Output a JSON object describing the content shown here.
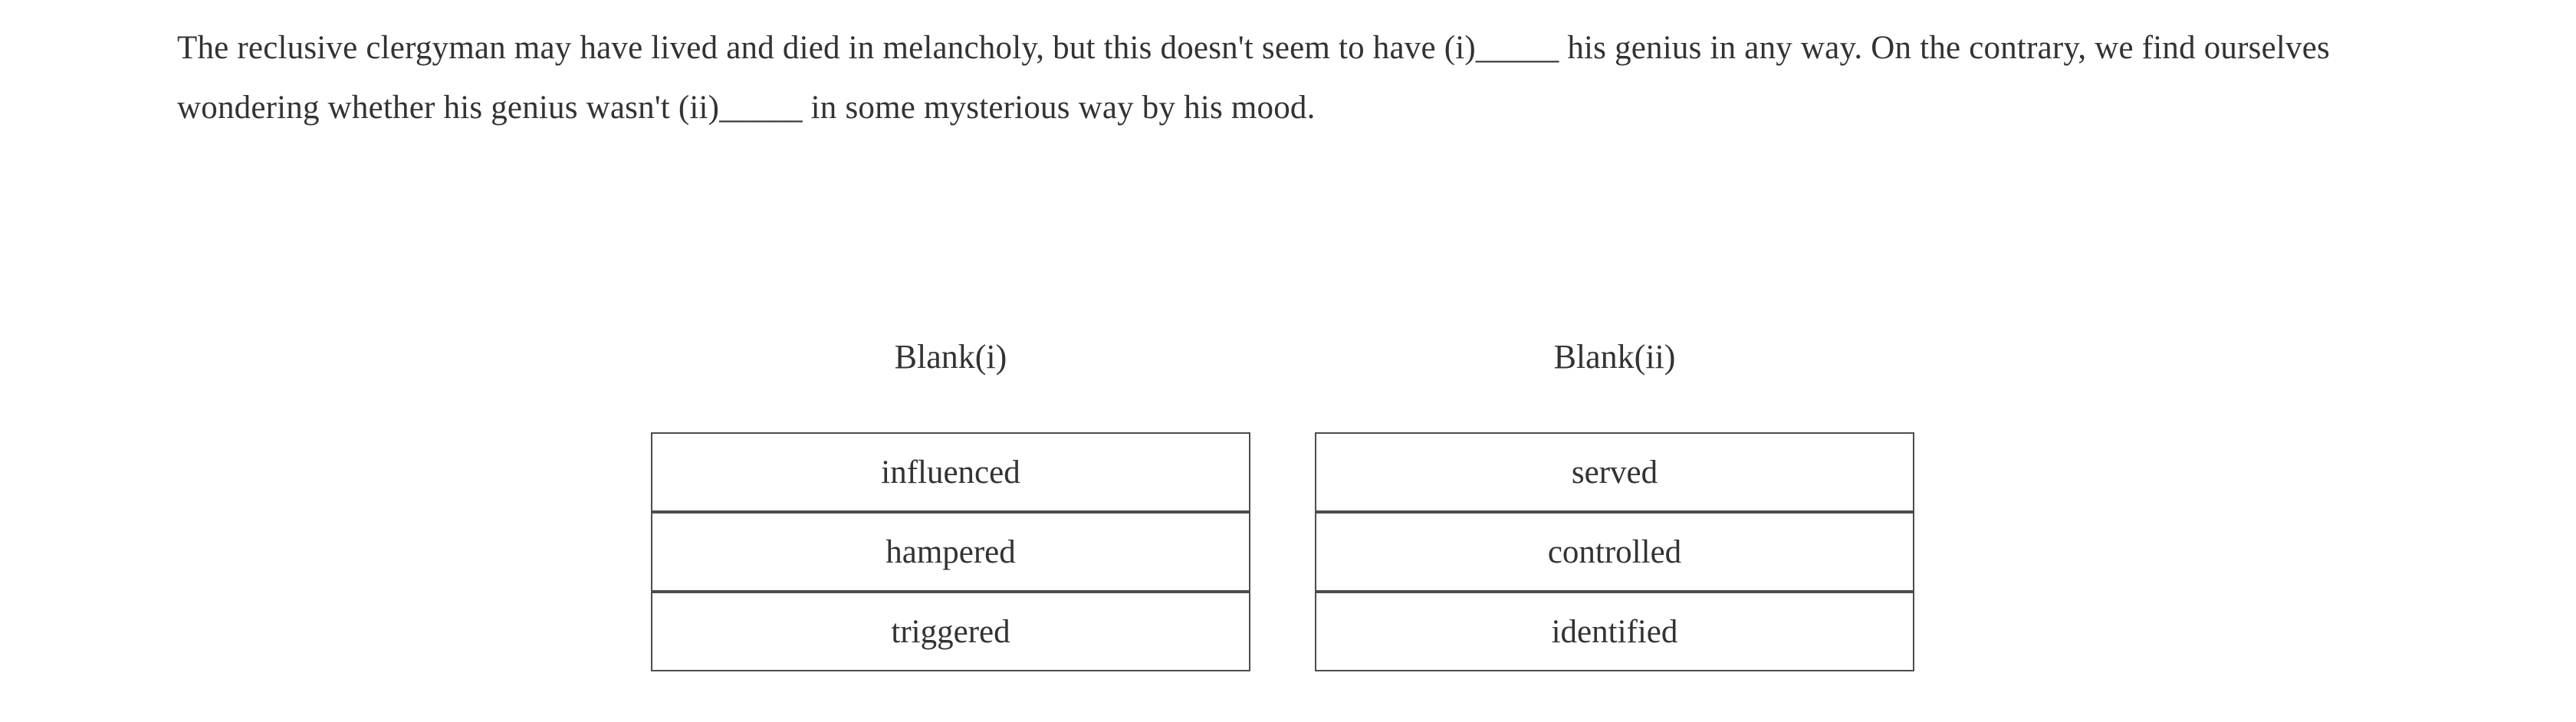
{
  "passage": {
    "text": "The reclusive clergyman may have lived and died in melancholy, but this doesn't seem to have (i)_____ his genius in any way. On the contrary, we find ourselves wondering whether his genius wasn't (ii)_____ in some mysterious way by his mood."
  },
  "blanks": [
    {
      "label": "Blank(i)",
      "options": [
        "influenced",
        "hampered",
        "triggered"
      ]
    },
    {
      "label": "Blank(ii)",
      "options": [
        "served",
        "controlled",
        "identified"
      ]
    }
  ],
  "colors": {
    "text": "#333333",
    "cell_border": "#4d4d4d",
    "background": "#ffffff"
  }
}
